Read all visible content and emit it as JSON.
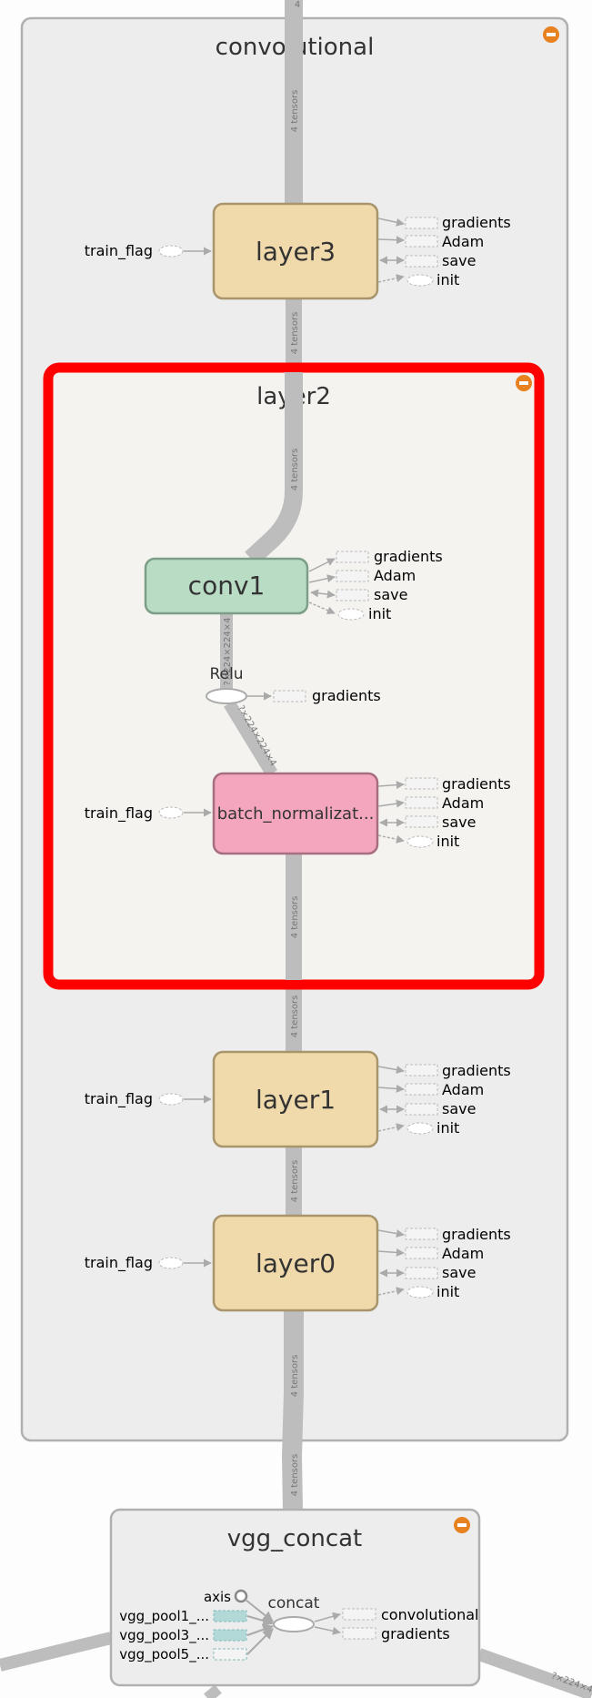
{
  "groups": {
    "convolutional": {
      "title": "convolutional"
    },
    "layer2": {
      "title": "layer2"
    },
    "vgg_concat": {
      "title": "vgg_concat"
    }
  },
  "nodes": {
    "layer3": "layer3",
    "conv1": "conv1",
    "relu": "Relu",
    "batch_norm": "batch_normalizat...",
    "layer1": "layer1",
    "layer0": "layer0",
    "concat": "concat"
  },
  "aux": {
    "train_flag": "train_flag",
    "gradients": "gradients",
    "adam": "Adam",
    "save": "save",
    "init": "init"
  },
  "edges": {
    "four": "4",
    "tensors": "4 tensors",
    "conv1_relu": "?×224×224×4",
    "relu_bn": "?×224×224×4",
    "bottom_right": "?×224×4"
  },
  "vgg_inputs": {
    "axis": "axis",
    "pool1": "vgg_pool1_...",
    "pool3": "vgg_pool3_...",
    "pool5": "vgg_pool5_...",
    "out_conv": "convolutional",
    "out_grad": "gradients"
  },
  "colors": {
    "layer_fill": "#f0d9aa",
    "conv_fill": "#b9dcc5",
    "bn_fill": "#f4a6be",
    "selection": "#ff0000",
    "collapse": "#e8811f"
  }
}
